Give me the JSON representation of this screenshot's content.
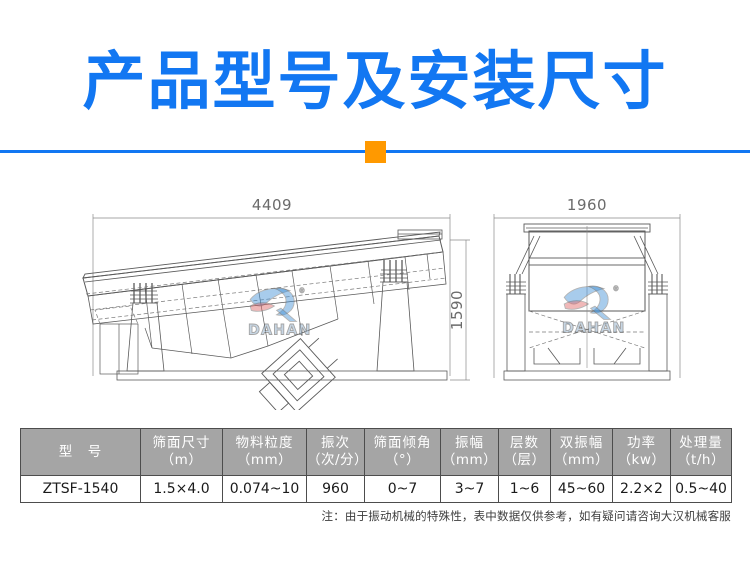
{
  "header": {
    "title": "产品型号及安装尺寸",
    "title_color": "#1277f2",
    "accent_square_color": "#ff9900",
    "divider_color": "#1277f2"
  },
  "drawing": {
    "side_view": {
      "name": "linear-vibrating-screen-side-view",
      "width_dimension": "4409",
      "height_dimension": "1590",
      "watermark": "DAHAN"
    },
    "end_view": {
      "name": "linear-vibrating-screen-end-view",
      "width_dimension": "1960",
      "watermark": "DAHAN"
    },
    "line_color": "#5a5a5a"
  },
  "table": {
    "header_bg": "#a5a5a5",
    "header_text_color": "#ffffff",
    "columns": [
      {
        "line1": "型　号",
        "line2": ""
      },
      {
        "line1": "筛面尺寸",
        "line2": "（m）"
      },
      {
        "line1": "物料粒度",
        "line2": "（mm）"
      },
      {
        "line1": "振次",
        "line2": "（次/分）"
      },
      {
        "line1": "筛面倾角",
        "line2": "（°）"
      },
      {
        "line1": "振幅",
        "line2": "（mm）"
      },
      {
        "line1": "层数",
        "line2": "（层）"
      },
      {
        "line1": "双振幅",
        "line2": "（mm）"
      },
      {
        "line1": "功率",
        "line2": "（kw）"
      },
      {
        "line1": "处理量",
        "line2": "（t/h）"
      }
    ],
    "rows": [
      [
        "ZTSF-1540",
        "1.5×4.0",
        "0.074~10",
        "960",
        "0~7",
        "3~7",
        "1~6",
        "45~60",
        "2.2×2",
        "0.5~40"
      ]
    ],
    "note": "注：由于振动机械的特殊性，表中数据仅供参考，如有疑问请咨询大汉机械客服"
  }
}
